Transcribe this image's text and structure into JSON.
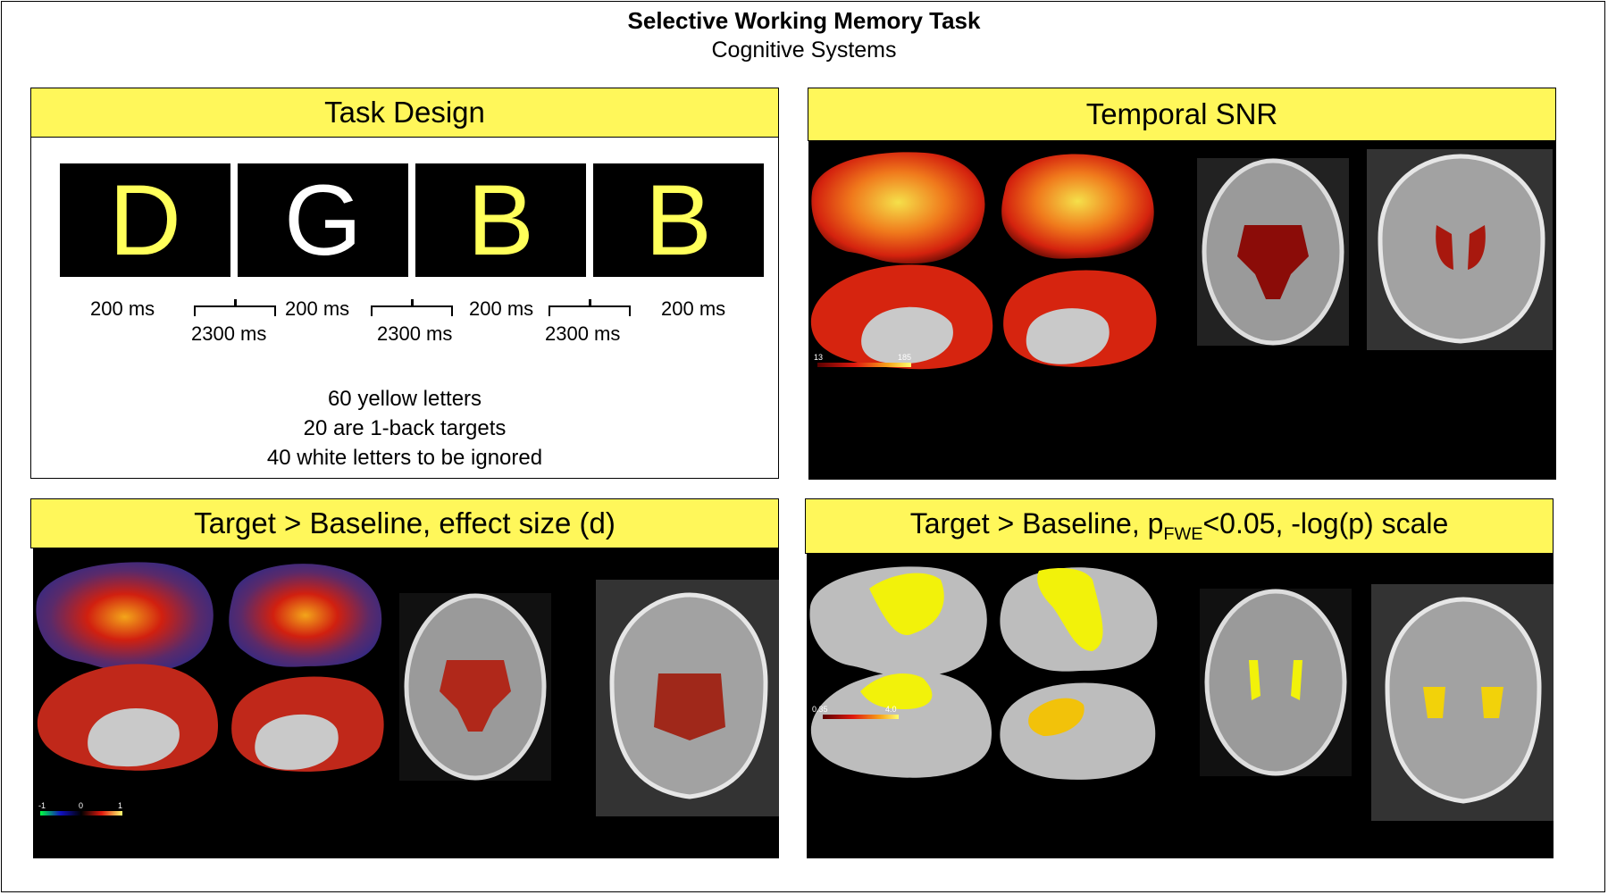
{
  "figure": {
    "title": "Selective Working Memory Task",
    "subtitle": "Cognitive Systems"
  },
  "panels": {
    "task_design": {
      "header": "Task Design",
      "letters": [
        {
          "char": "D",
          "color": "#ffff5a"
        },
        {
          "char": "G",
          "color": "#ffffff"
        },
        {
          "char": "B",
          "color": "#ffff5a"
        },
        {
          "char": "B",
          "color": "#ffff5a"
        }
      ],
      "durations": [
        "200 ms",
        "200 ms",
        "200 ms",
        "200 ms"
      ],
      "intervals": [
        "2300 ms",
        "2300 ms",
        "2300 ms"
      ],
      "summary": [
        "60 yellow letters",
        "20 are 1-back targets",
        "40 white letters to be ignored"
      ]
    },
    "tsnr": {
      "header": "Temporal SNR",
      "colorbar": {
        "min": "13",
        "max": "185"
      }
    },
    "effect_size": {
      "header": "Target > Baseline, effect size (d)",
      "colorbar": {
        "min": "-1",
        "mid": "0",
        "max": "1"
      }
    },
    "pfwe": {
      "header_prefix": "Target > Baseline, p",
      "header_sub": "FWE",
      "header_suffix": "<0.05, -log(p) scale",
      "colorbar": {
        "min": "0.35",
        "max": "4.0"
      }
    }
  },
  "colors": {
    "header_bg": "#fff75a",
    "target_letter": "#ffff5a",
    "ignore_letter": "#ffffff"
  }
}
